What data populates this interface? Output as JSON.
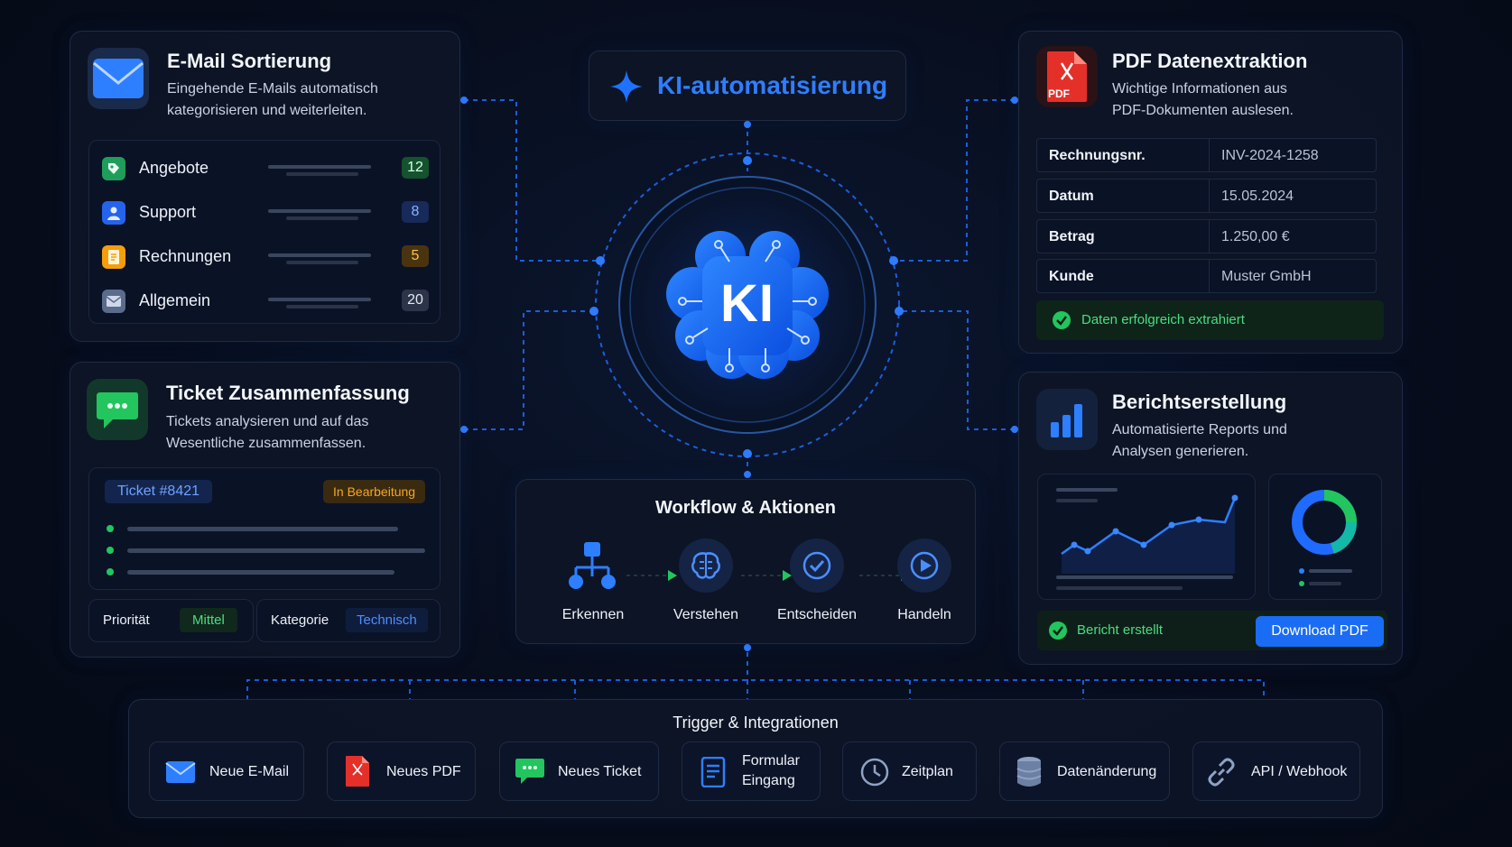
{
  "header": {
    "title": "KI-automatisierung"
  },
  "center": {
    "brain_label": "KI"
  },
  "email": {
    "title": "E-Mail Sortierung",
    "desc_line1": "Eingehende E-Mails automatisch",
    "desc_line2": "kategorisieren und weiterleiten.",
    "categories": [
      {
        "label": "Angebote",
        "count": "12"
      },
      {
        "label": "Support",
        "count": "8"
      },
      {
        "label": "Rechnungen",
        "count": "5"
      },
      {
        "label": "Allgemein",
        "count": "20"
      }
    ]
  },
  "ticket": {
    "title": "Ticket Zusammenfassung",
    "desc_line1": "Tickets analysieren und auf das",
    "desc_line2": "Wesentliche zusammenfassen.",
    "id": "Ticket #8421",
    "status": "In Bearbeitung",
    "priority_label": "Priorität",
    "priority_value": "Mittel",
    "category_label": "Kategorie",
    "category_value": "Technisch"
  },
  "pdf": {
    "title": "PDF Datenextraktion",
    "desc_line1": "Wichtige Informationen aus",
    "desc_line2": "PDF-Dokumenten auslesen.",
    "icon_text": "PDF",
    "rows": [
      {
        "key": "Rechnungsnr.",
        "value": "INV-2024-1258"
      },
      {
        "key": "Datum",
        "value": "15.05.2024"
      },
      {
        "key": "Betrag",
        "value": "1.250,00 €"
      },
      {
        "key": "Kunde",
        "value": "Muster GmbH"
      }
    ],
    "success": "Daten erfolgreich extrahiert"
  },
  "report": {
    "title": "Berichtserstellung",
    "desc_line1": "Automatisierte Reports und",
    "desc_line2": "Analysen generieren.",
    "status": "Bericht erstellt",
    "download": "Download PDF"
  },
  "workflow": {
    "title": "Workflow & Aktionen",
    "steps": [
      "Erkennen",
      "Verstehen",
      "Entscheiden",
      "Handeln"
    ]
  },
  "triggers": {
    "title": "Trigger & Integrationen",
    "items": [
      {
        "label": "Neue E-Mail",
        "icon": "mail-icon"
      },
      {
        "label": "Neues PDF",
        "icon": "pdf-icon"
      },
      {
        "label": "Neues Ticket",
        "icon": "chat-icon"
      },
      {
        "label_line1": "Formular",
        "label_line2": "Eingang",
        "icon": "form-icon"
      },
      {
        "label": "Zeitplan",
        "icon": "clock-icon"
      },
      {
        "label": "Datenänderung",
        "icon": "database-icon"
      },
      {
        "label": "API / Webhook",
        "icon": "link-icon"
      }
    ]
  },
  "colors": {
    "accent": "#1a6cf5",
    "success": "#22c55e",
    "warning": "#f59e0b",
    "pdf_red": "#e5302a",
    "panel_bg": "#0d1526"
  }
}
